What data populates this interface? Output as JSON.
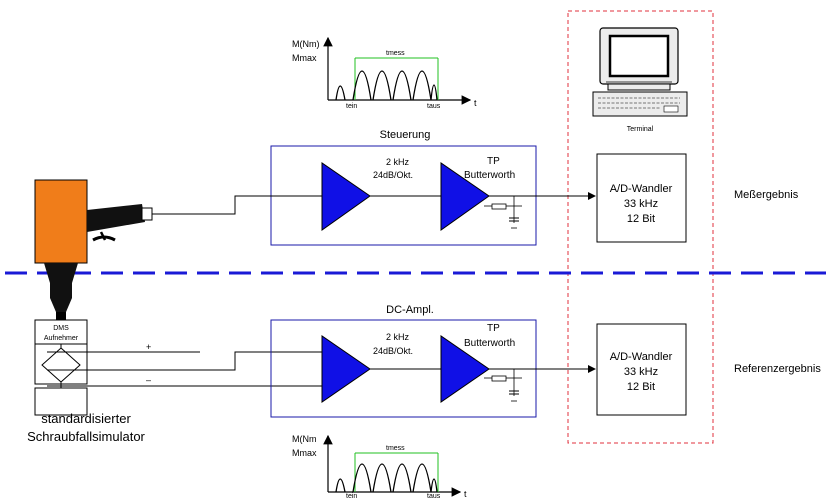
{
  "top_signal": {
    "ylabel": "M(Nm)",
    "ymax_label": "Mmax",
    "xlabel": "t",
    "t_on": "tein",
    "t_off": "taus",
    "t_meas": "tmess"
  },
  "bottom_signal": {
    "ylabel": "M(Nm",
    "ymax_label": "Mmax",
    "xlabel": "t",
    "t_on": "tein",
    "t_off": "taus",
    "t_meas": "tmess"
  },
  "top_chain": {
    "title": "Steuerung",
    "filter_freq": "2 kHz",
    "filter_slope": "24dB/Okt.",
    "tp_label": "TP",
    "filter_type": "Butterworth",
    "adc_line1": "A/D-Wandler",
    "adc_line2": "33 kHz",
    "adc_line3": "12 Bit",
    "result_label": "Meßergebnis"
  },
  "bottom_chain": {
    "title": "DC-Ampl.",
    "filter_freq": "2 kHz",
    "filter_slope": "24dB/Okt.",
    "tp_label": "TP",
    "filter_type": "Butterworth",
    "adc_line1": "A/D-Wandler",
    "adc_line2": "33 kHz",
    "adc_line3": "12 Bit",
    "result_label": "Referenzergebnis"
  },
  "terminal_label": "Terminal",
  "sensor": {
    "label_line1": "DMS",
    "label_line2": "Aufnehmer",
    "plus": "+",
    "minus": "–"
  },
  "simulator_line1": "standardisierter",
  "simulator_line2": "Schraubfallsimulator",
  "colors": {
    "block_border": "#1a1aa8",
    "amplifier": "#1010e6",
    "separator": "#1a1ad6",
    "dashed_box": "#e0303c",
    "tool_orange": "#f07d1a",
    "signal_green": "#22c022"
  }
}
